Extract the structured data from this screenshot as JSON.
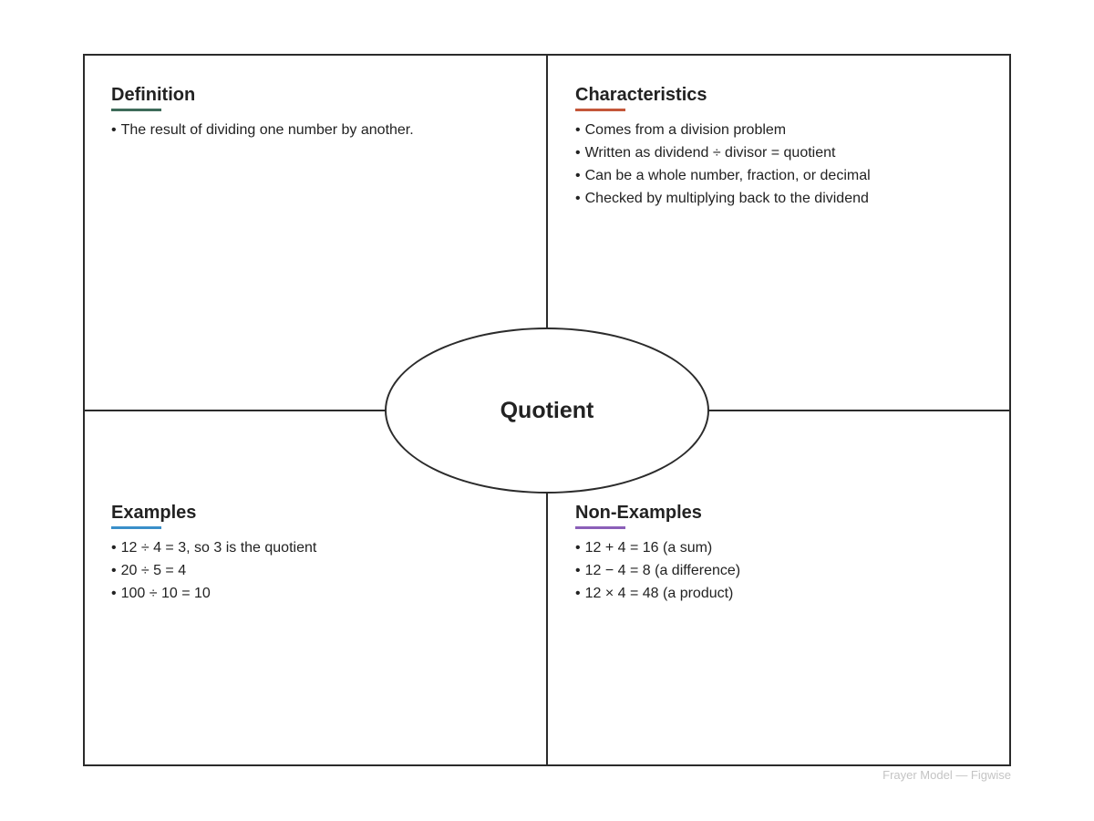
{
  "center_term": "Quotient",
  "quadrants": {
    "definition": {
      "title": "Definition",
      "accent_color": "#3e6b5a",
      "items": [
        "The result of dividing one number by another."
      ]
    },
    "characteristics": {
      "title": "Characteristics",
      "accent_color": "#c4573a",
      "items": [
        "Comes from a division problem",
        "Written as dividend ÷ divisor = quotient",
        "Can be a whole number, fraction, or decimal",
        "Checked by multiplying back to the dividend"
      ]
    },
    "examples": {
      "title": "Examples",
      "accent_color": "#3a8fc9",
      "items": [
        "12 ÷ 4 = 3, so 3 is the quotient",
        "20 ÷ 5 = 4",
        "100 ÷ 10 = 10"
      ]
    },
    "non_examples": {
      "title": "Non-Examples",
      "accent_color": "#8b5fb8",
      "items": [
        "12 + 4 = 16 (a sum)",
        "12 − 4 = 8 (a difference)",
        "12 × 4 = 48 (a product)"
      ]
    }
  },
  "footer": "Frayer Model — Figwise"
}
